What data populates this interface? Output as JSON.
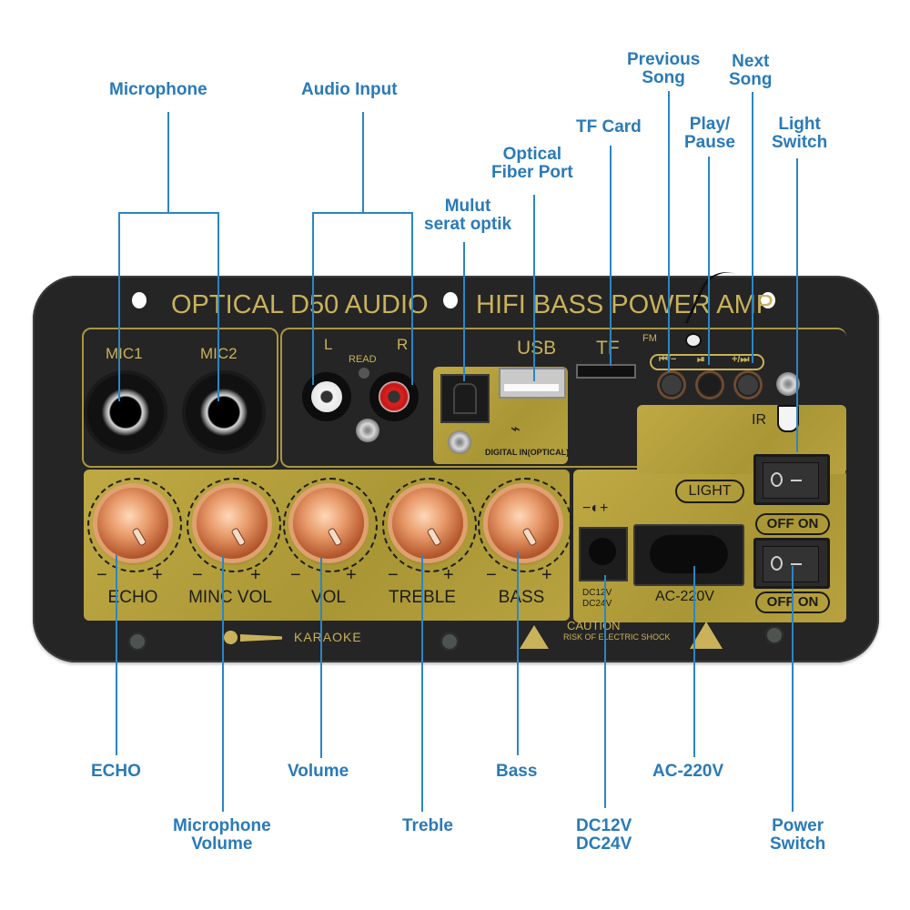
{
  "callouts": {
    "microphone": "Microphone",
    "audio_input": "Audio Input",
    "mulut_line1": "Mulut",
    "mulut_line2": "serat optik",
    "optical_line1": "Optical",
    "optical_line2": "Fiber Port",
    "tf_card": "TF Card",
    "previous_line1": "Previous",
    "previous_line2": "Song",
    "play_line1": "Play/",
    "play_line2": "Pause",
    "next_line1": "Next",
    "next_line2": "Song",
    "light_line1": "Light",
    "light_line2": "Switch",
    "echo": "ECHO",
    "mic_volume_line1": "Microphone",
    "mic_volume_line2": "Volume",
    "volume": "Volume",
    "treble": "Treble",
    "bass": "Bass",
    "dc_line1": "DC12V",
    "dc_line2": "DC24V",
    "ac": "AC-220V",
    "power_line1": "Power",
    "power_line2": "Switch"
  },
  "panel": {
    "title_left": "OPTICAL D50 AUDIO",
    "title_right": "HIFI BASS POWER AMP",
    "mic1": "MIC1",
    "mic2": "MIC2",
    "left": "L",
    "right": "R",
    "read": "READ",
    "usb": "USB",
    "tf": "TF",
    "fm": "FM",
    "prev_btn": "⏮/−",
    "play_btn": "⏯",
    "next_btn": "+/⏭",
    "digital_in": "DIGITAL IN(OPTICAL)",
    "ir": "IR",
    "light": "LIGHT",
    "off_on_1": "OFF ON",
    "off_on_2": "OFF ON",
    "dc_polarity": "−◐+",
    "dc_label_1": "DC12V",
    "dc_label_2": "DC24V",
    "ac_label": "AC-220V",
    "caution": "CAUTION",
    "risk": "RISK OF ELECTRIC SHOCK",
    "karaoke": "KARAOKE",
    "minus": "−",
    "plus": "+",
    "knobs": [
      {
        "label": "ECHO"
      },
      {
        "label": "MINC VOL"
      },
      {
        "label": "VOL"
      },
      {
        "label": "TREBLE"
      },
      {
        "label": "BASS"
      }
    ]
  },
  "colors": {
    "callout": "#2a7ab8",
    "panel": "#252525",
    "gold": "#b9a43e"
  }
}
